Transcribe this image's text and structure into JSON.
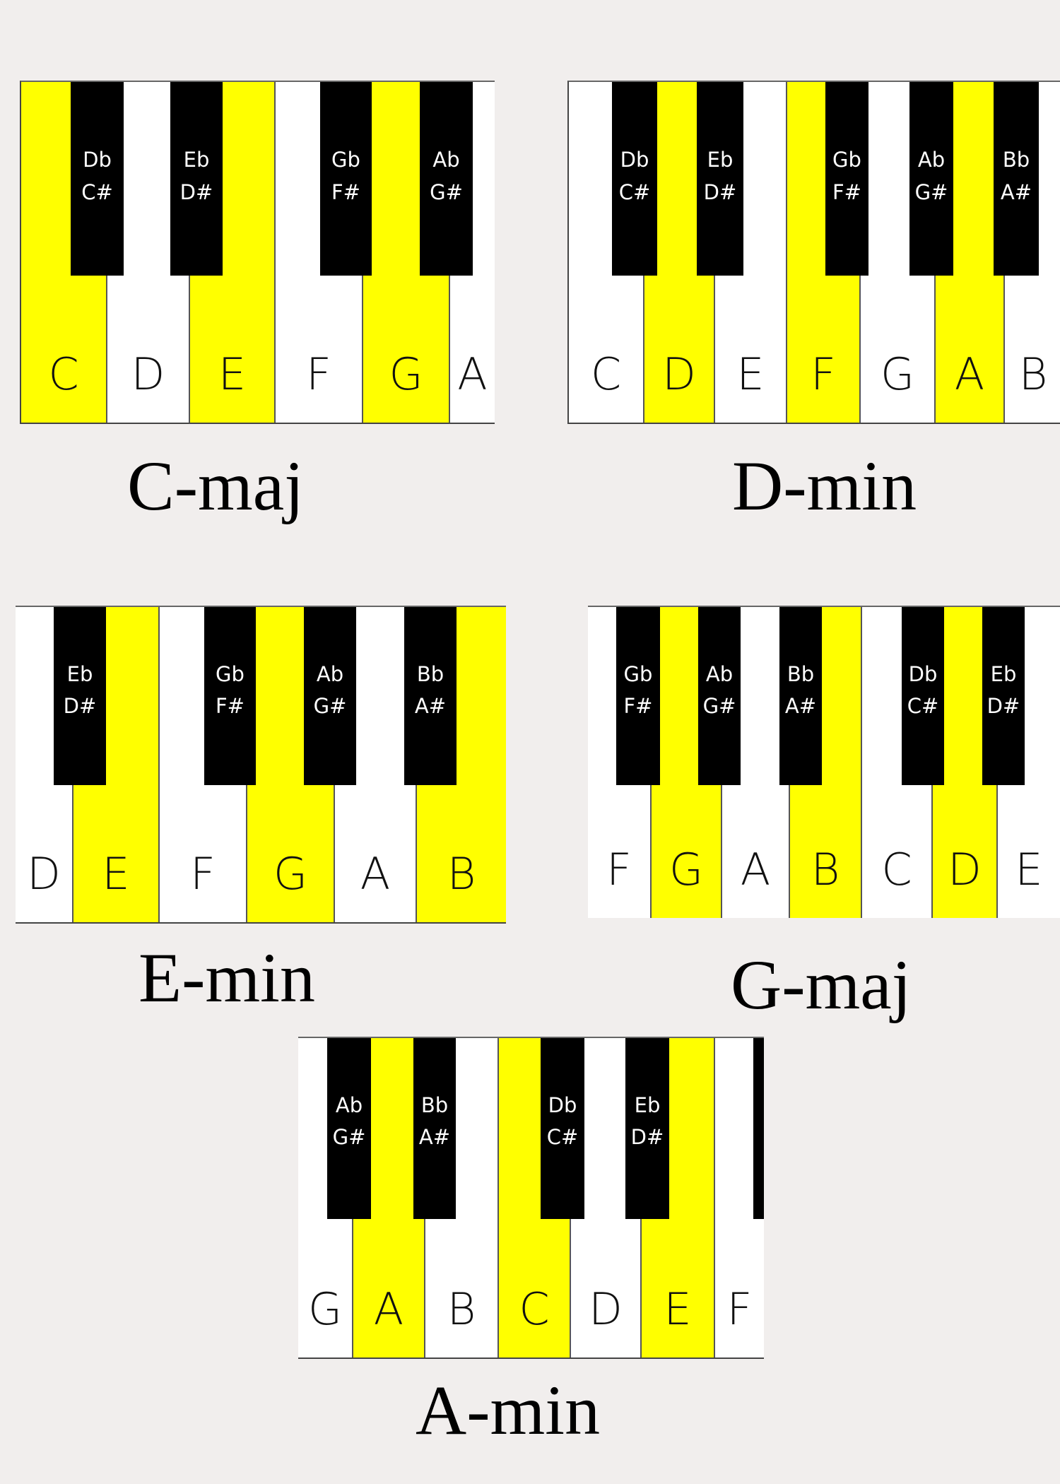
{
  "colors": {
    "highlight": "#ffff00",
    "white_key": "#ffffff",
    "black_key": "#000000",
    "background": "#f1eeed"
  },
  "diagrams": [
    {
      "caption": "C-maj",
      "white_keys": [
        {
          "note": "C",
          "hl": true
        },
        {
          "note": "D",
          "hl": false
        },
        {
          "note": "E",
          "hl": true
        },
        {
          "note": "F",
          "hl": false
        },
        {
          "note": "G",
          "hl": true
        },
        {
          "note": "A",
          "hl": false
        }
      ],
      "black_keys": [
        {
          "flat": "Db",
          "sharp": "C#"
        },
        {
          "flat": "Eb",
          "sharp": "D#"
        },
        {
          "flat": "Gb",
          "sharp": "F#"
        },
        {
          "flat": "Ab",
          "sharp": "G#"
        }
      ]
    },
    {
      "caption": "D-min",
      "white_keys": [
        {
          "note": "C",
          "hl": false
        },
        {
          "note": "D",
          "hl": true
        },
        {
          "note": "E",
          "hl": false
        },
        {
          "note": "F",
          "hl": true
        },
        {
          "note": "G",
          "hl": false
        },
        {
          "note": "A",
          "hl": true
        },
        {
          "note": "B",
          "hl": false
        }
      ],
      "black_keys": [
        {
          "flat": "Db",
          "sharp": "C#"
        },
        {
          "flat": "Eb",
          "sharp": "D#"
        },
        {
          "flat": "Gb",
          "sharp": "F#"
        },
        {
          "flat": "Ab",
          "sharp": "G#"
        },
        {
          "flat": "Bb",
          "sharp": "A#"
        }
      ]
    },
    {
      "caption": "E-min",
      "white_keys": [
        {
          "note": "D",
          "hl": false
        },
        {
          "note": "E",
          "hl": true
        },
        {
          "note": "F",
          "hl": false
        },
        {
          "note": "G",
          "hl": true
        },
        {
          "note": "A",
          "hl": false
        },
        {
          "note": "B",
          "hl": true
        }
      ],
      "black_keys": [
        {
          "flat": "Eb",
          "sharp": "D#"
        },
        {
          "flat": "Gb",
          "sharp": "F#"
        },
        {
          "flat": "Ab",
          "sharp": "G#"
        },
        {
          "flat": "Bb",
          "sharp": "A#"
        }
      ]
    },
    {
      "caption": "G-maj",
      "white_keys": [
        {
          "note": "F",
          "hl": false
        },
        {
          "note": "G",
          "hl": true
        },
        {
          "note": "A",
          "hl": false
        },
        {
          "note": "B",
          "hl": true
        },
        {
          "note": "C",
          "hl": false
        },
        {
          "note": "D",
          "hl": true
        },
        {
          "note": "E",
          "hl": false
        }
      ],
      "black_keys": [
        {
          "flat": "Gb",
          "sharp": "F#"
        },
        {
          "flat": "Ab",
          "sharp": "G#"
        },
        {
          "flat": "Bb",
          "sharp": "A#"
        },
        {
          "flat": "Db",
          "sharp": "C#"
        },
        {
          "flat": "Eb",
          "sharp": "D#"
        }
      ]
    },
    {
      "caption": "A-min",
      "white_keys": [
        {
          "note": "G",
          "hl": false
        },
        {
          "note": "A",
          "hl": true
        },
        {
          "note": "B",
          "hl": false
        },
        {
          "note": "C",
          "hl": true
        },
        {
          "note": "D",
          "hl": false
        },
        {
          "note": "E",
          "hl": true
        },
        {
          "note": "F",
          "hl": false
        }
      ],
      "black_keys": [
        {
          "flat": "Ab",
          "sharp": "G#"
        },
        {
          "flat": "Bb",
          "sharp": "A#"
        },
        {
          "flat": "Db",
          "sharp": "C#"
        },
        {
          "flat": "Eb",
          "sharp": "D#"
        },
        {
          "flat": "",
          "sharp": ""
        }
      ]
    }
  ]
}
